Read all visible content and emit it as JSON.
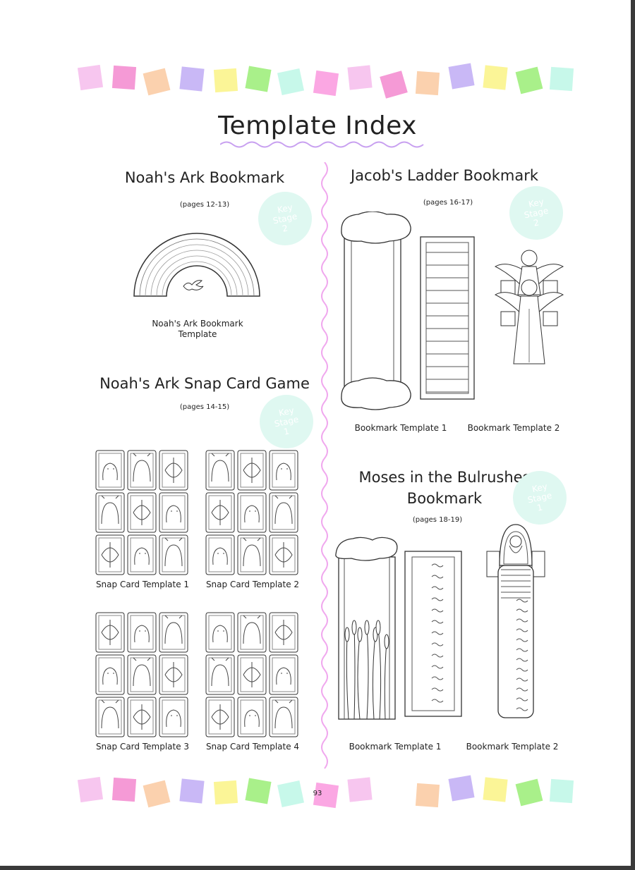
{
  "header": {
    "title": "Template Index"
  },
  "colors": {
    "confetti": [
      "#f7c6ef",
      "#f59ad6",
      "#fbd1ae",
      "#c9b8f6",
      "#fbf597",
      "#a9f08a",
      "#c7f8ea",
      "#fba7e3"
    ],
    "badge": "#dff8f1",
    "divider": "#f0a8ee",
    "underline": "#c8a0f0"
  },
  "sections": {
    "noahs_ark_bookmark": {
      "title": "Noah's Ark Bookmark",
      "pages": "(pages 12-13)",
      "badge": [
        "Key",
        "Stage",
        "2"
      ],
      "caption_line1": "Noah's Ark Bookmark",
      "caption_line2": "Template"
    },
    "noahs_ark_snap": {
      "title": "Noah's Ark Snap Card Game",
      "pages": "(pages 14-15)",
      "badge": [
        "Key",
        "Stage",
        "1"
      ],
      "captions": [
        "Snap Card Template 1",
        "Snap Card Template 2",
        "Snap Card Template 3",
        "Snap Card Template 4"
      ]
    },
    "jacobs_ladder": {
      "title": "Jacob's Ladder Bookmark",
      "pages": "(pages 16-17)",
      "badge": [
        "Key",
        "Stage",
        "2"
      ],
      "captions": [
        "Bookmark Template 1",
        "Bookmark Template 2"
      ]
    },
    "moses": {
      "title_line1": "Moses in the Bulrushes",
      "title_line2": "Bookmark",
      "pages": "(pages 18-19)",
      "badge": [
        "Key",
        "Stage",
        "1"
      ],
      "captions": [
        "Bookmark Template 1",
        "Bookmark Template 2"
      ]
    }
  },
  "footer": {
    "page_number": "93"
  }
}
